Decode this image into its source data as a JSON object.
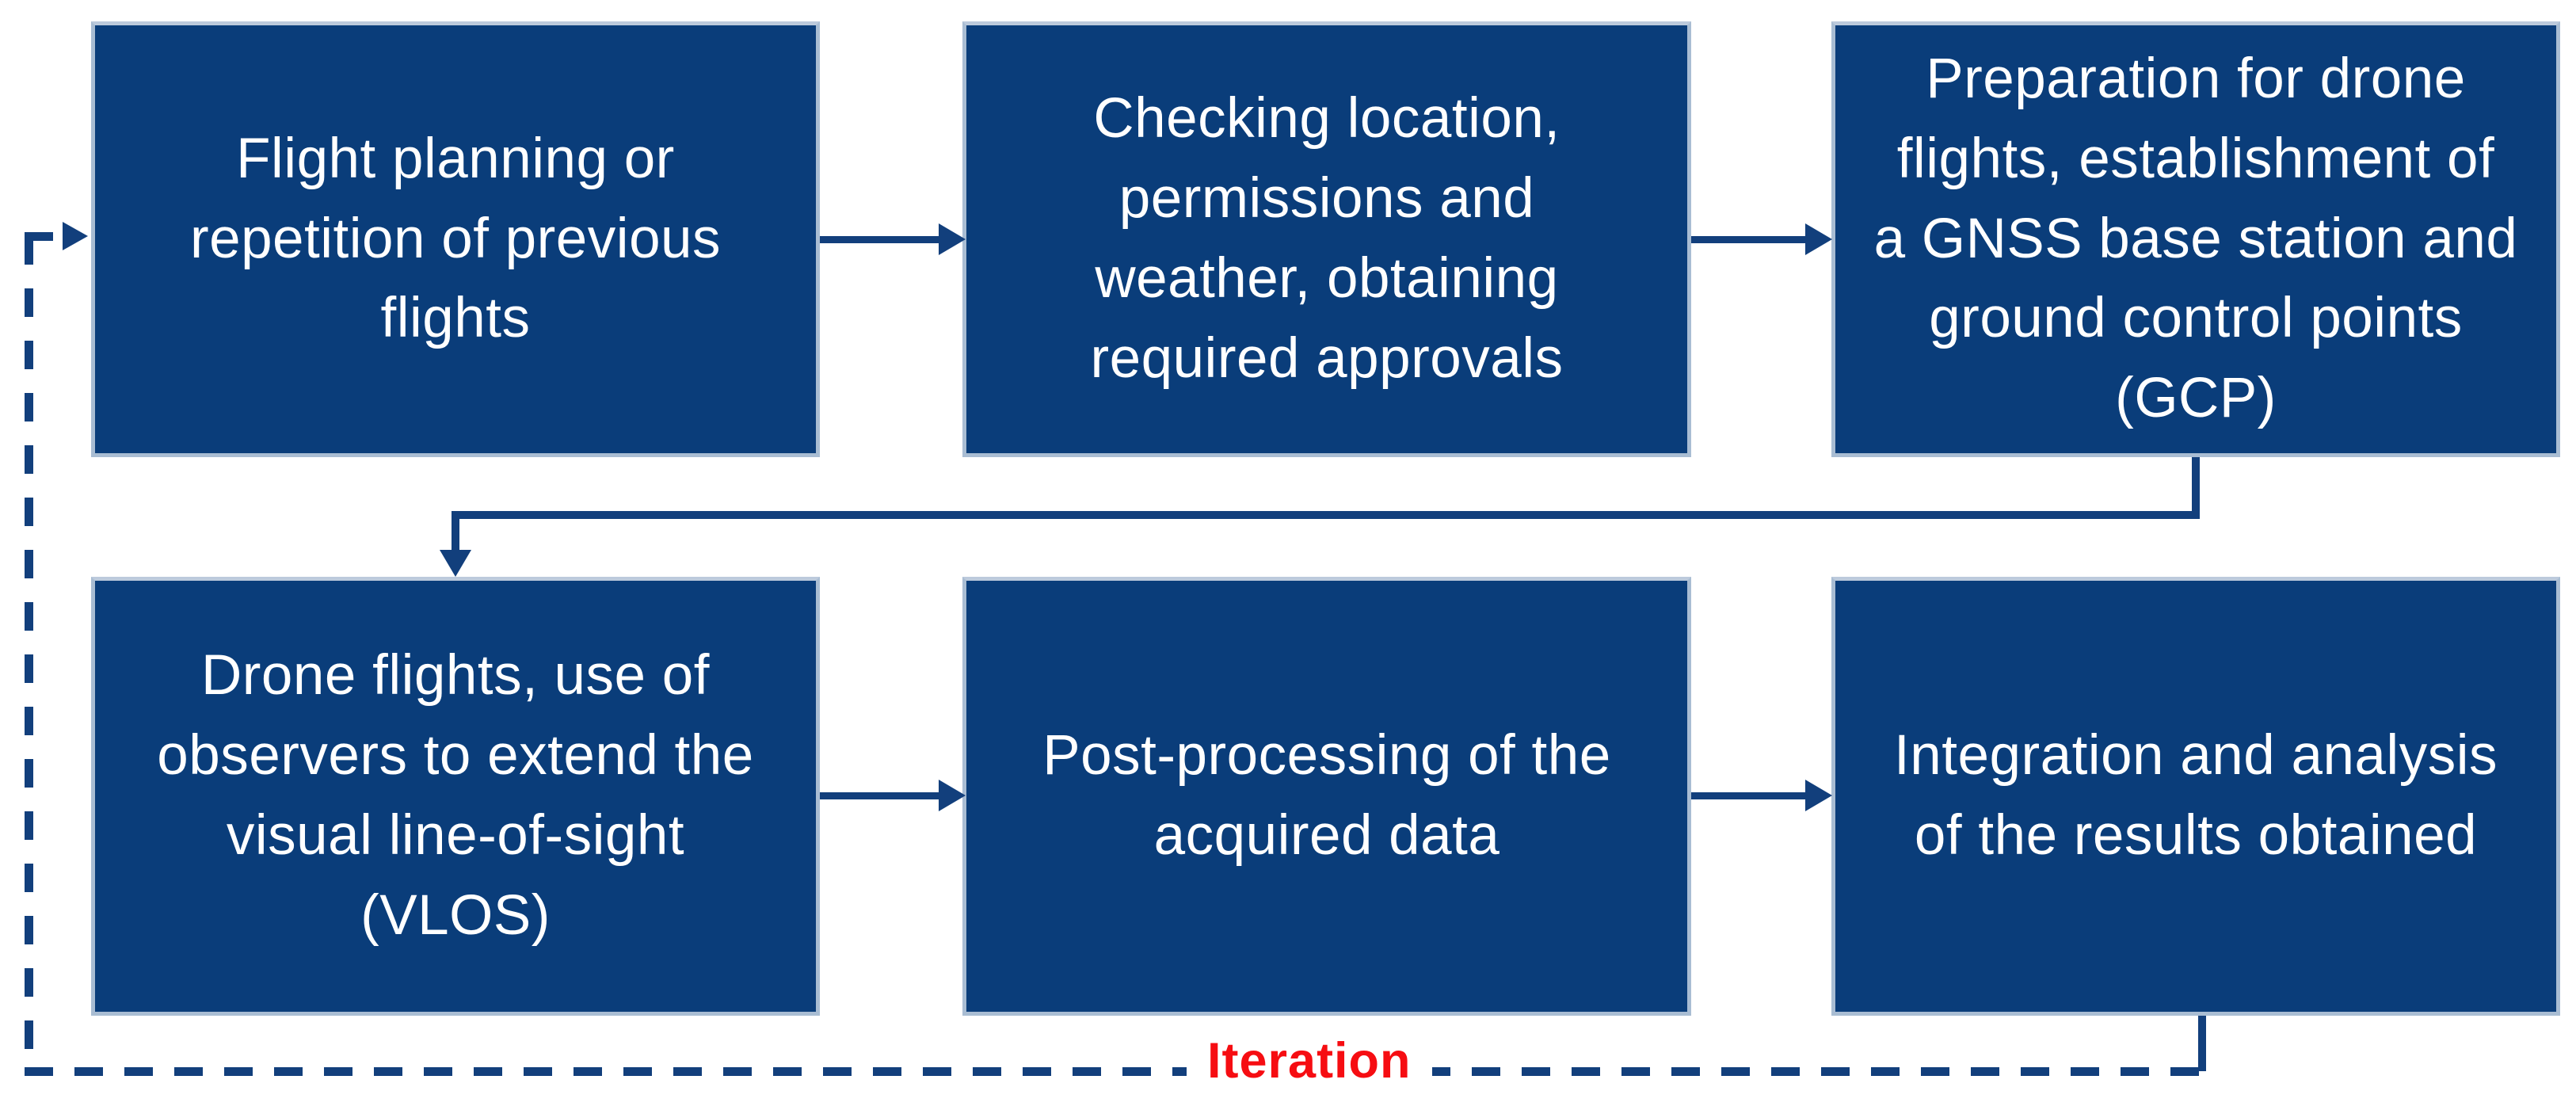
{
  "diagram": {
    "type": "flowchart",
    "description": "Drone survey workflow with iteration loop",
    "boxes": [
      {
        "id": "flight-planning",
        "label": "Flight planning or\nrepetition of previous\nflights"
      },
      {
        "id": "checking-location",
        "label": "Checking location,\npermissions and\nweather, obtaining\nrequired approvals"
      },
      {
        "id": "preparation",
        "label": "Preparation for drone\nflights, establishment of\na GNSS base station and\nground control points\n(GCP)"
      },
      {
        "id": "drone-flights",
        "label": "Drone flights, use of\nobservers to extend the\nvisual line-of-sight\n(VLOS)"
      },
      {
        "id": "post-processing",
        "label": "Post-processing of the\nacquired data"
      },
      {
        "id": "integration",
        "label": "Integration and analysis\nof the results obtained"
      }
    ],
    "edges": [
      {
        "from": "flight-planning",
        "to": "checking-location",
        "style": "solid-arrow"
      },
      {
        "from": "checking-location",
        "to": "preparation",
        "style": "solid-arrow"
      },
      {
        "from": "preparation",
        "to": "drone-flights",
        "style": "solid-elbow-arrow"
      },
      {
        "from": "drone-flights",
        "to": "post-processing",
        "style": "solid-arrow"
      },
      {
        "from": "post-processing",
        "to": "integration",
        "style": "solid-arrow"
      },
      {
        "from": "integration",
        "to": "flight-planning",
        "style": "dashed-arrow",
        "label": "Iteration"
      }
    ],
    "iteration_label": "Iteration"
  },
  "colors": {
    "box_fill": "#0a3d7a",
    "box_border": "#a9bdd3",
    "connector": "#123f7c",
    "iteration_red": "#f60d12",
    "page_bg": "#ffffff"
  }
}
